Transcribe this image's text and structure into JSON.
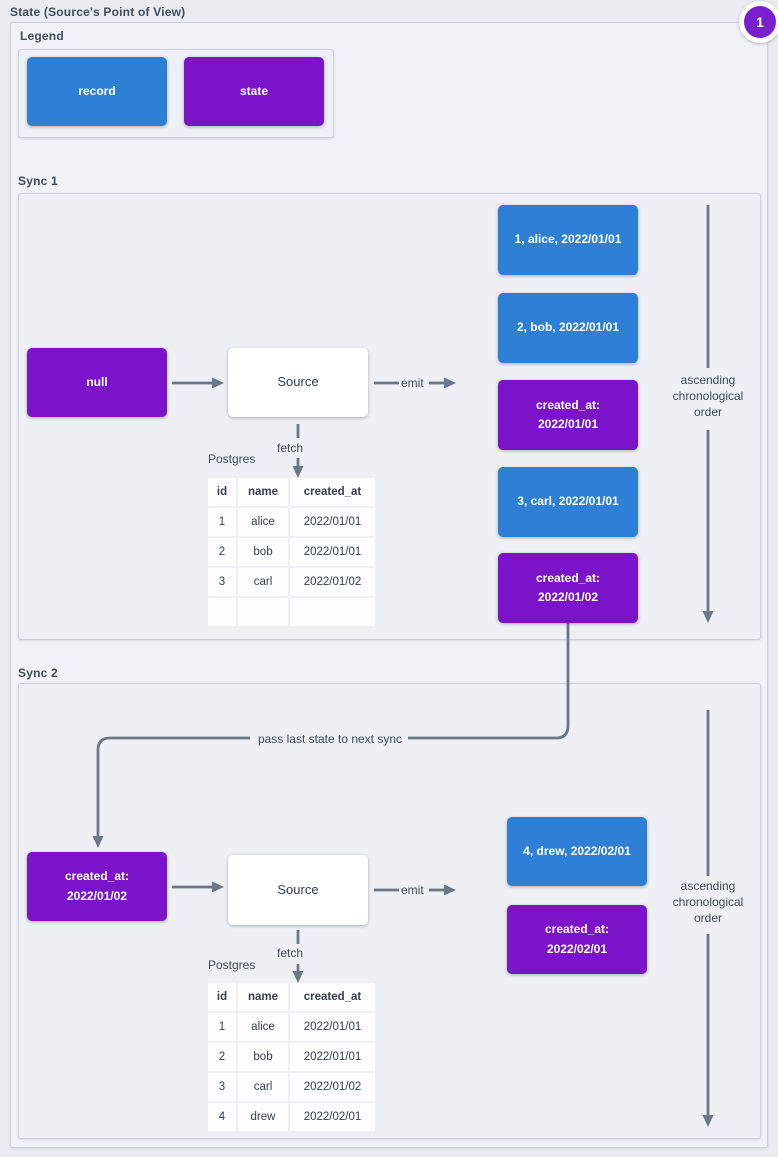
{
  "page": {
    "title": "State (Source's Point of View)",
    "badge": "1"
  },
  "colors": {
    "record_blue": "#2e7fd6",
    "state_purple": "#7b13c9",
    "badge_purple": "#7a1fd0",
    "arrow_gray": "#6b7787",
    "frame_border": "#c8d1dc"
  },
  "labels": {
    "source": "Source",
    "emit": "emit",
    "fetch": "fetch",
    "db": "Postgres",
    "pass": "pass last state to next sync",
    "order": "ascending chronological order"
  },
  "legend": {
    "title": "Legend",
    "items": [
      {
        "type": "record",
        "label": "record"
      },
      {
        "type": "state",
        "label": "state"
      }
    ]
  },
  "sync1": {
    "title": "Sync 1",
    "input_state": "null",
    "table": {
      "headers": [
        "id",
        "name",
        "created_at"
      ],
      "rows": [
        [
          "1",
          "alice",
          "2022/01/01"
        ],
        [
          "2",
          "bob",
          "2022/01/01"
        ],
        [
          "3",
          "carl",
          "2022/01/02"
        ],
        [
          "",
          "",
          ""
        ]
      ]
    },
    "emitted": [
      {
        "type": "record",
        "label": "1, alice, 2022/01/01"
      },
      {
        "type": "record",
        "label": "2, bob, 2022/01/01"
      },
      {
        "type": "state",
        "label": "created_at:\n2022/01/01"
      },
      {
        "type": "record",
        "label": "3, carl, 2022/01/01"
      },
      {
        "type": "state",
        "label": "created_at:\n2022/01/02"
      }
    ]
  },
  "sync2": {
    "title": "Sync 2",
    "input_state": "created_at:\n2022/01/02",
    "table": {
      "headers": [
        "id",
        "name",
        "created_at"
      ],
      "rows": [
        [
          "1",
          "alice",
          "2022/01/01"
        ],
        [
          "2",
          "bob",
          "2022/01/01"
        ],
        [
          "3",
          "carl",
          "2022/01/02"
        ],
        [
          "4",
          "drew",
          "2022/02/01"
        ]
      ]
    },
    "emitted": [
      {
        "type": "record",
        "label": "4, drew, 2022/02/01"
      },
      {
        "type": "state",
        "label": "created_at:\n2022/02/01"
      }
    ]
  }
}
